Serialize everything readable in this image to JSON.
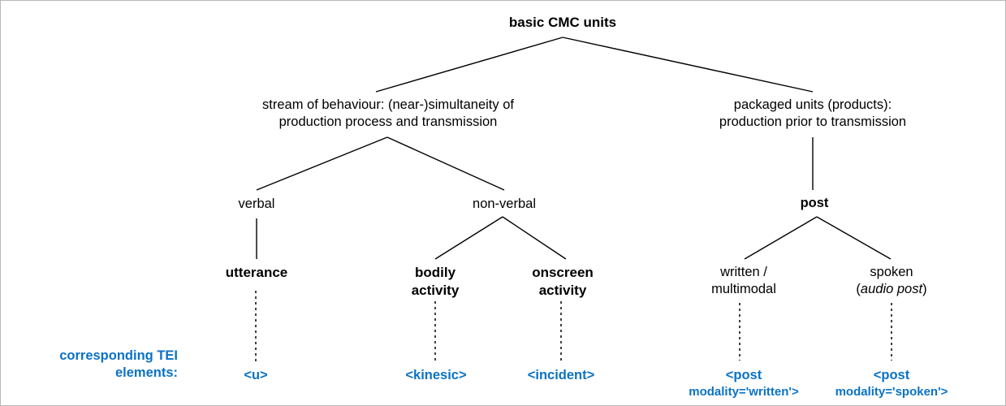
{
  "diagram": {
    "title": "basic CMC units",
    "legend_line1": "corresponding TEI",
    "legend_line2": "elements:",
    "accent_color": "#0b72c4",
    "line_color": "#000000",
    "border_color": "#b7b7b7",
    "nodes": {
      "root": {
        "label": "basic CMC units"
      },
      "stream": {
        "line1": "stream of behaviour: (near-)simultaneity of",
        "line2": "production process and transmission"
      },
      "packaged": {
        "line1": "packaged units (products):",
        "line2": "production prior to transmission"
      },
      "verbal": {
        "label": "verbal"
      },
      "nonverbal": {
        "label": "non-verbal"
      },
      "post": {
        "label": "post"
      },
      "utterance": {
        "label": "utterance"
      },
      "bodily": {
        "line1": "bodily",
        "line2": "activity"
      },
      "onscreen": {
        "line1": "onscreen",
        "line2": "activity"
      },
      "written": {
        "line1": "written /",
        "line2": "multimodal"
      },
      "spoken": {
        "line1": "spoken",
        "line2_open": "(",
        "line2_italic": "audio post",
        "line2_close": ")"
      }
    },
    "tei_elements": {
      "u": {
        "label": "<u>"
      },
      "kinesic": {
        "label": "<kinesic>"
      },
      "incident": {
        "label": "<incident>"
      },
      "post_written": {
        "line1": "<post",
        "line2": "modality='written'>"
      },
      "post_spoken": {
        "line1": "<post",
        "line2": "modality='spoken'>"
      }
    }
  }
}
